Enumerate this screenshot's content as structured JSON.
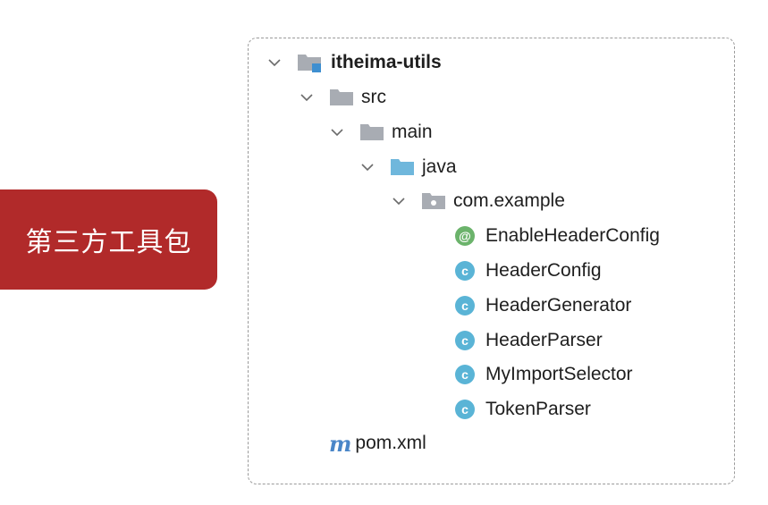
{
  "side_label": "第三方工具包",
  "tree": {
    "root": "itheima-utils",
    "src": "src",
    "main": "main",
    "java": "java",
    "package": "com.example",
    "files": [
      {
        "name": "EnableHeaderConfig",
        "kind": "annotation",
        "glyph": "@"
      },
      {
        "name": "HeaderConfig",
        "kind": "class",
        "glyph": "c"
      },
      {
        "name": "HeaderGenerator",
        "kind": "class",
        "glyph": "c"
      },
      {
        "name": "HeaderParser",
        "kind": "class",
        "glyph": "c"
      },
      {
        "name": "MyImportSelector",
        "kind": "class",
        "glyph": "c"
      },
      {
        "name": "TokenParser",
        "kind": "class",
        "glyph": "c"
      }
    ],
    "pom": "pom.xml",
    "pom_glyph": "m"
  },
  "colors": {
    "label_bg": "#b12a2a",
    "folder_gray": "#a8acb3",
    "folder_java": "#6fb7dc",
    "class_icon": "#5ab4d6",
    "annotation_icon": "#6bb36b",
    "maven_icon": "#4a86c8"
  }
}
